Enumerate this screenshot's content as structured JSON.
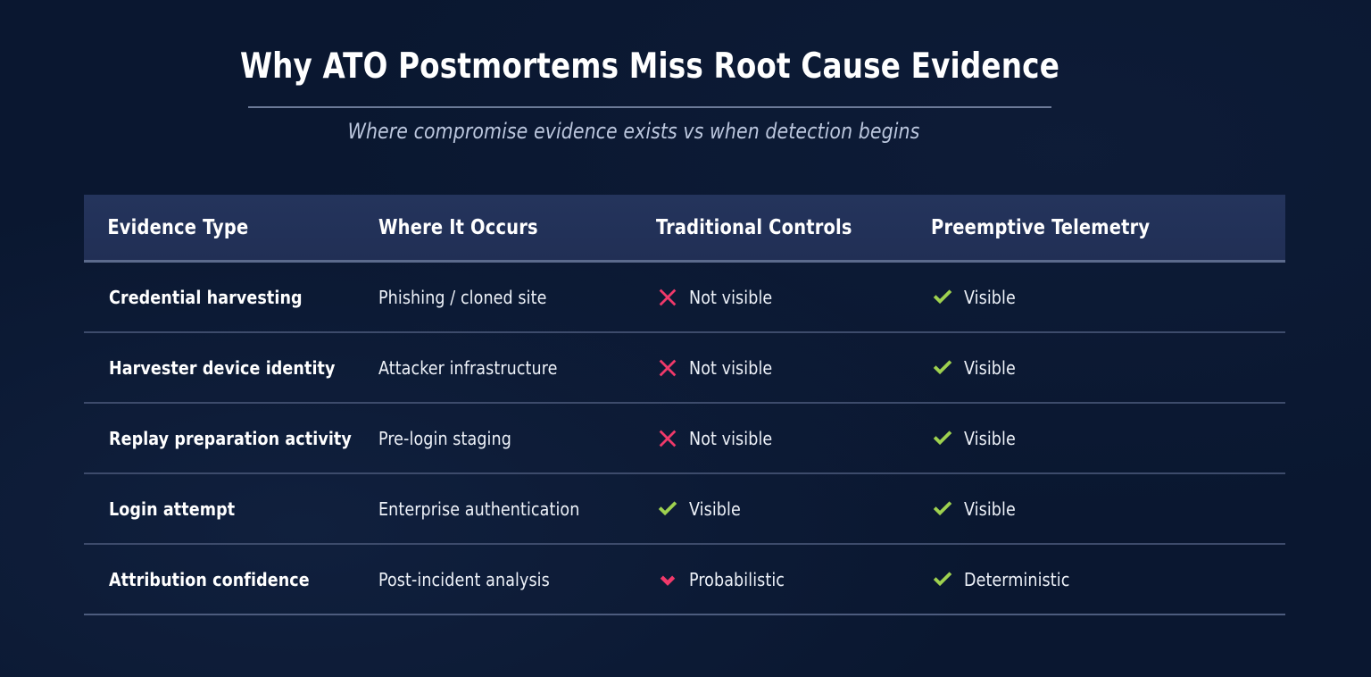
{
  "header": {
    "title": "Why ATO Postmortems Miss Root Cause Evidence",
    "subtitle": "Where compromise evidence exists vs when detection begins"
  },
  "colors": {
    "background": "#0a1730",
    "header_band": "#22325a",
    "rule": "#8c9bba",
    "row_divider": "#3d4b6b",
    "text_primary": "#ffffff",
    "text_secondary": "#bcc7de",
    "negative": "#f0396a",
    "positive": "#9ed14f"
  },
  "table": {
    "columns": [
      {
        "key": "evidence_type",
        "label": "Evidence Type"
      },
      {
        "key": "where_it_occurs",
        "label": "Where It Occurs"
      },
      {
        "key": "traditional_controls",
        "label": "Traditional Controls"
      },
      {
        "key": "preemptive_telemetry",
        "label": "Preemptive Telemetry"
      }
    ],
    "rows": [
      {
        "evidence_type": "Credential harvesting",
        "where_it_occurs": "Phishing / cloned site",
        "traditional_controls": {
          "icon": "cross-icon",
          "text": "Not visible"
        },
        "preemptive_telemetry": {
          "icon": "check-icon",
          "text": "Visible"
        }
      },
      {
        "evidence_type": "Harvester device identity",
        "where_it_occurs": "Attacker infrastructure",
        "traditional_controls": {
          "icon": "cross-icon",
          "text": "Not visible"
        },
        "preemptive_telemetry": {
          "icon": "check-icon",
          "text": "Visible"
        }
      },
      {
        "evidence_type": "Replay preparation activity",
        "where_it_occurs": "Pre-login staging",
        "traditional_controls": {
          "icon": "cross-icon",
          "text": "Not visible"
        },
        "preemptive_telemetry": {
          "icon": "check-icon",
          "text": "Visible"
        }
      },
      {
        "evidence_type": "Login attempt",
        "where_it_occurs": "Enterprise authentication",
        "traditional_controls": {
          "icon": "check-icon",
          "text": "Visible"
        },
        "preemptive_telemetry": {
          "icon": "check-icon",
          "text": "Visible"
        }
      },
      {
        "evidence_type": "Attribution confidence",
        "where_it_occurs": "Post-incident analysis",
        "traditional_controls": {
          "icon": "partial-check-icon",
          "text": "Probabilistic"
        },
        "preemptive_telemetry": {
          "icon": "check-icon",
          "text": "Deterministic"
        }
      }
    ]
  }
}
